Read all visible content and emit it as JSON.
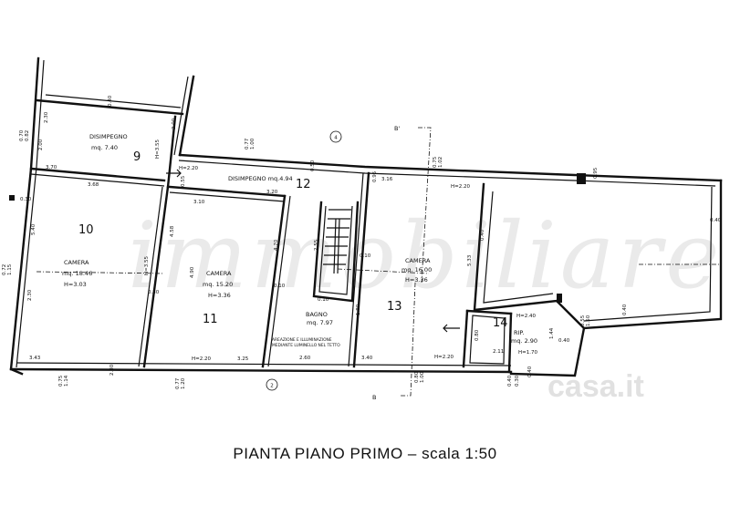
{
  "title": "PIANTA PIANO PRIMO – scala 1:50",
  "watermarks": {
    "main": "immobiliare",
    "corner": "casa.it"
  },
  "markers": {
    "four": "4",
    "two": "2",
    "section_top": "B'",
    "section_bottom": "B"
  },
  "rooms": [
    {
      "num": "9",
      "name": "DISIMPEGNO",
      "area": "mq. 7.40"
    },
    {
      "num": "10",
      "name": "CAMERA",
      "area": "mq. 18.46",
      "height": "H=3.03"
    },
    {
      "num": "11",
      "name": "CAMERA",
      "area": "mq. 15.20",
      "height": "H=3.36"
    },
    {
      "num": "12",
      "name": "DISIMPEGNO mq.4.94",
      "height": "H=2.20"
    },
    {
      "num": "13",
      "name": "CAMERA",
      "area": "mq. 16.00",
      "height": "H=3.36"
    },
    {
      "num": "14",
      "name": "RIP.",
      "area": "mq. 2.90",
      "height": "H=1.70",
      "height2": "H=2.40"
    },
    {
      "name": "BAGNO",
      "area": "mq. 7.97",
      "note1": "AREAZIONE E ILLUMINAZIONE",
      "note2": "MEDIANTE LUMINELLO NEL TETTO"
    }
  ],
  "dims": {
    "d230a": "2.30",
    "d040a": "0.40",
    "d200a": "2.00",
    "d070": "0.70",
    "d082": "0.82",
    "d200b": "2.00",
    "d355": "H=3.55",
    "d370": "3.70",
    "d368": "3.68",
    "d030a": "0.30",
    "d540": "5.40",
    "d072": "0.72",
    "d115": "1.15",
    "d230b": "2.30",
    "d343": "3.43",
    "d075": "0.75",
    "d114": "1.14",
    "d230c": "2.30",
    "d077": "0.77",
    "d100": "1.00",
    "d055": "0.55",
    "d050": "0.50",
    "d310": "3.10",
    "d458": "4.58",
    "d490": "4.90",
    "d030b": "0.30",
    "d355b": "H=3.55",
    "d220a": "H=2.20",
    "d325": "3.25",
    "d077b": "0.77",
    "d120": "1.20",
    "d470": "4.70",
    "d010a": "0.10",
    "d320": "3.20",
    "d255": "2.55",
    "d010b": "0.10",
    "d010c": "0.10",
    "d180": "1.80",
    "d260": "2.60",
    "d095": "0.95",
    "d316": "3.16",
    "d340": "3.40",
    "d220b": "H=2.20",
    "d220c": "H=2.20",
    "d075b": "0.75",
    "d102": "1.02",
    "d040b": "0.40",
    "d533": "5.33",
    "d095b": "0.95",
    "d040c": "0.40",
    "d040d": "0.40",
    "d211": "2.11",
    "d144": "1.44",
    "d080": "0.80",
    "d040e": "0.40",
    "d030c": "0.30",
    "d055b": "0.55",
    "d150": "1.50",
    "d040f": "0.40",
    "d040g": "0.40",
    "d080b": "0.80",
    "d100b": "1.00"
  }
}
